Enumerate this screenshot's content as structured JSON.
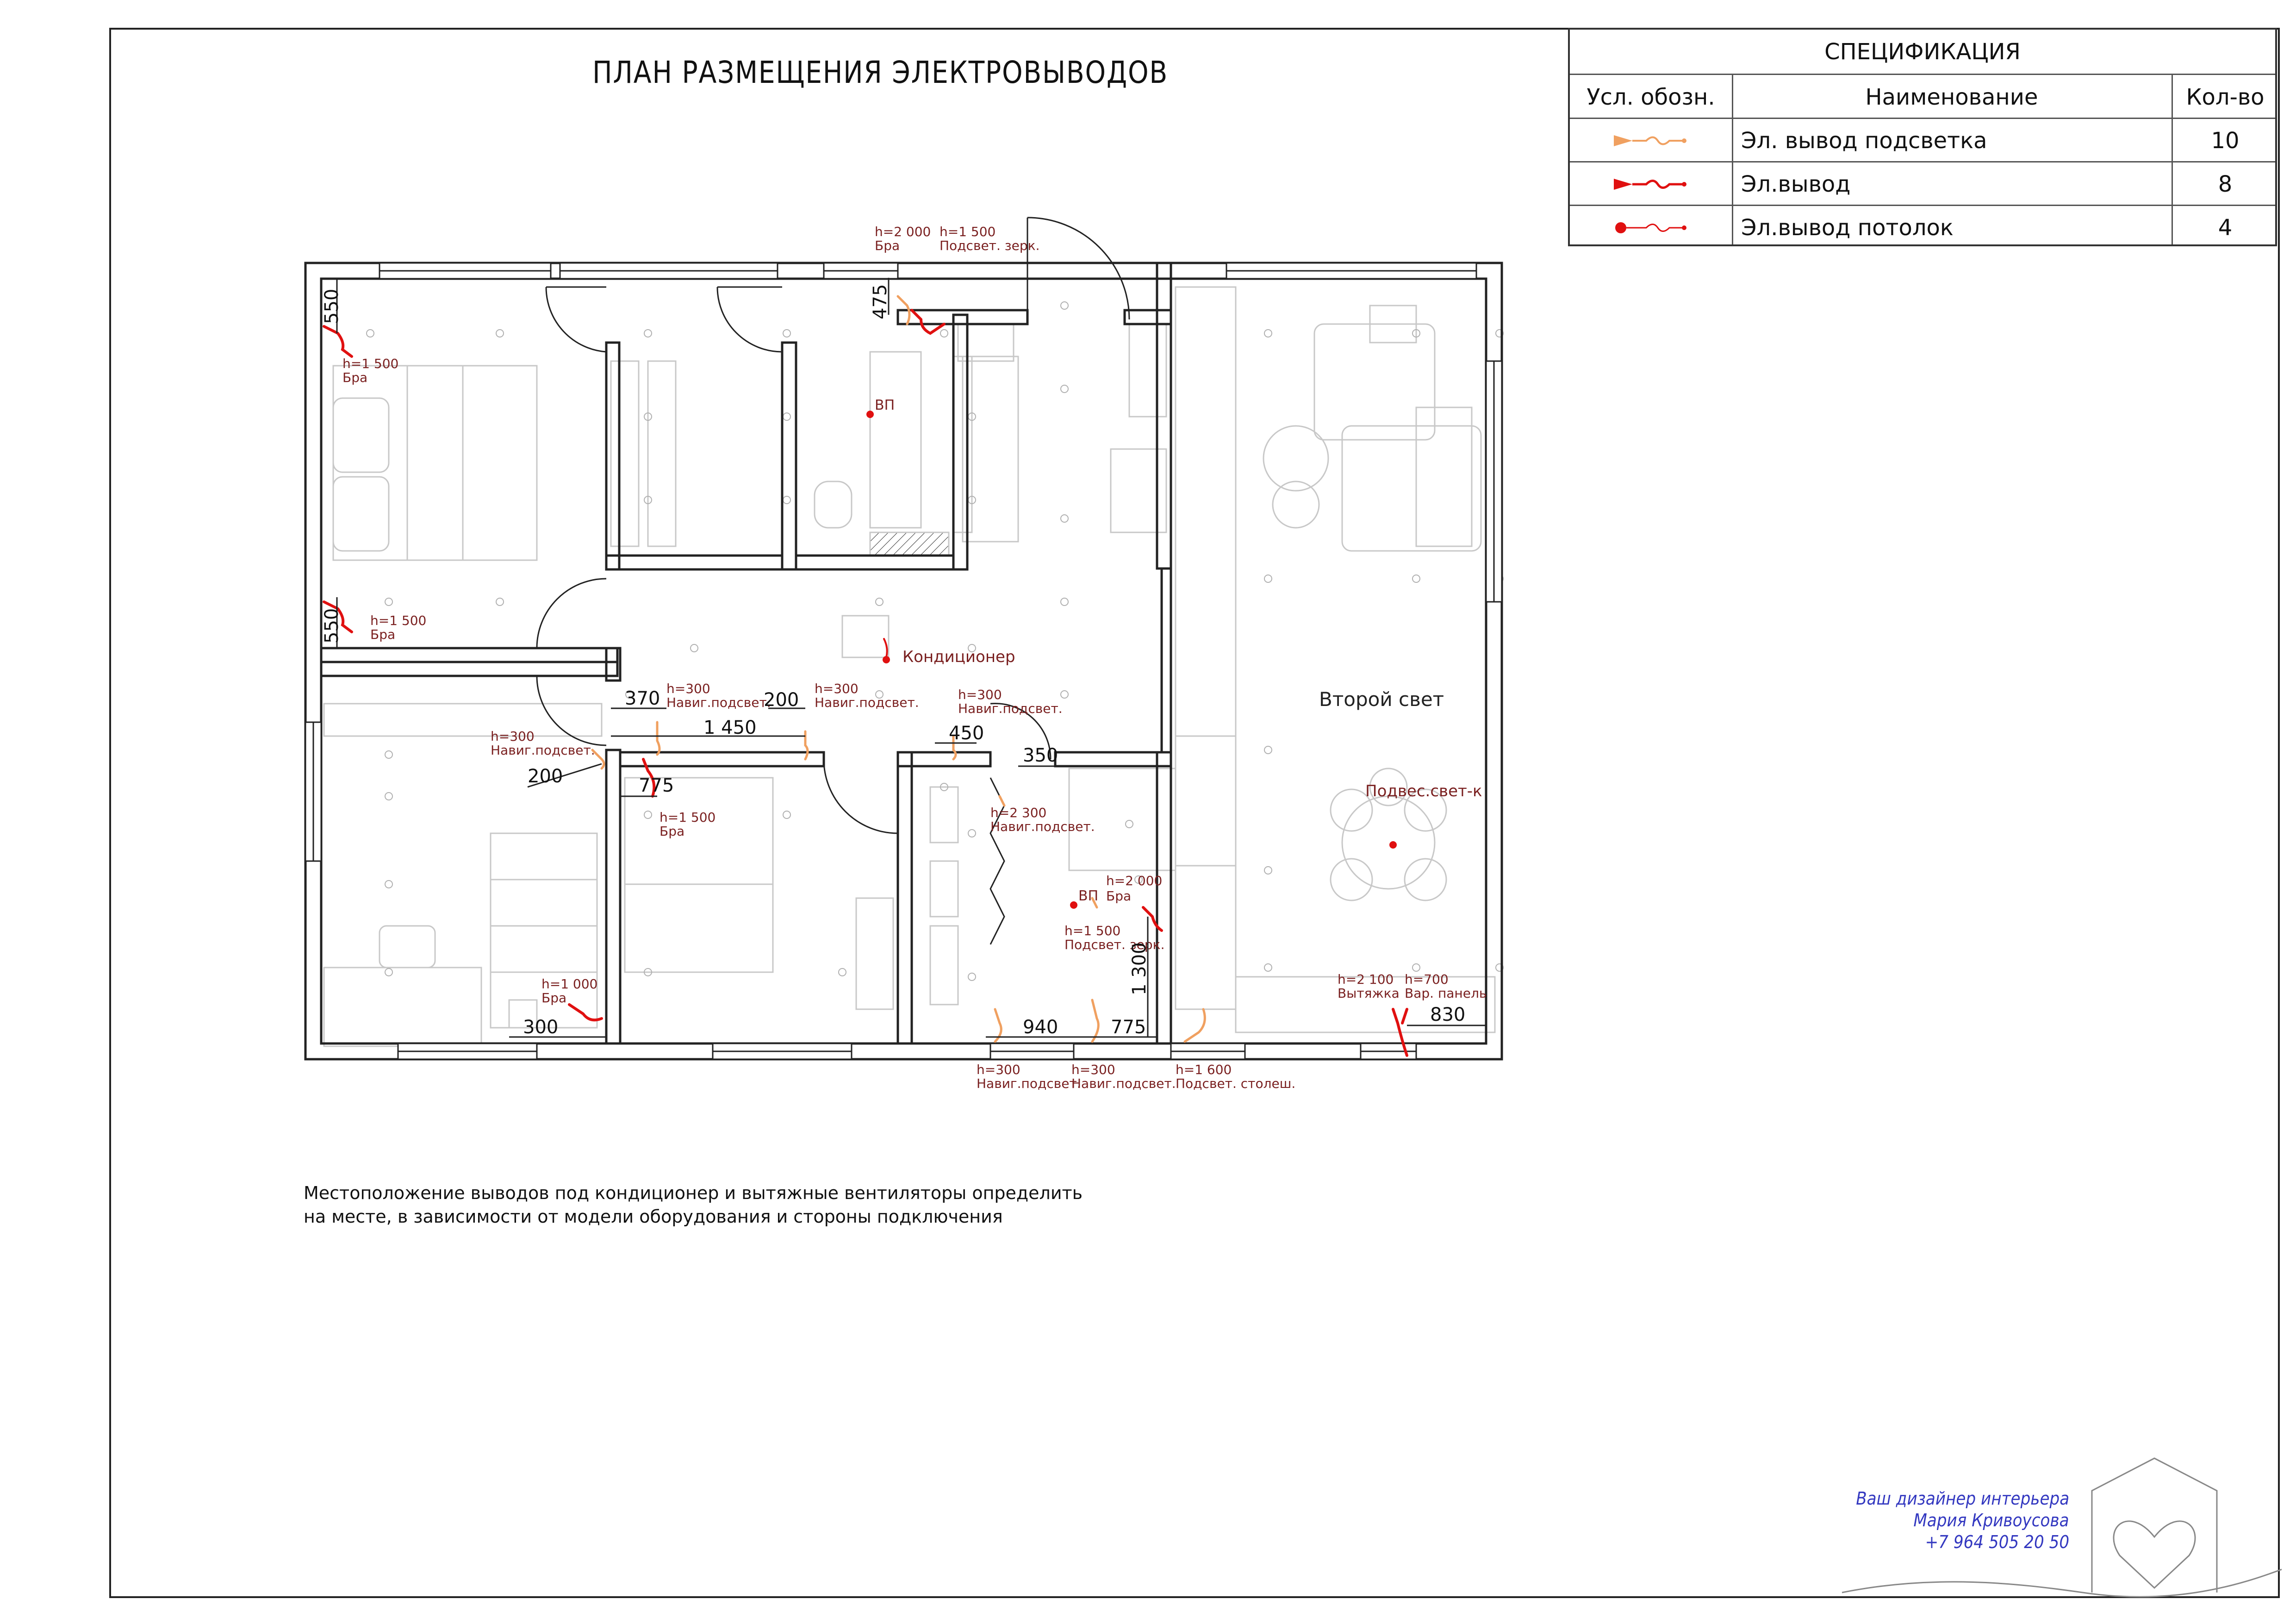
{
  "title": "ПЛАН РАЗМЕЩЕНИЯ ЭЛЕКТРОВЫВОДОВ",
  "spec": {
    "header": "СПЕЦИФИКАЦИЯ",
    "columns": [
      "Усл. обозн.",
      "Наименование",
      "Кол-во"
    ],
    "rows": [
      {
        "symbol": "backlight-outlet-icon",
        "name": "Эл. вывод подсветка",
        "qty": "10",
        "color": "#f0a060"
      },
      {
        "symbol": "outlet-icon",
        "name": "Эл.вывод",
        "qty": "8",
        "color": "#e01010"
      },
      {
        "symbol": "ceiling-outlet-icon",
        "name": "Эл.вывод потолок",
        "qty": "4",
        "color": "#e01010"
      }
    ]
  },
  "plan": {
    "labels": {
      "bra_2000": "h=2 000",
      "bra_2000_name": "Бра",
      "mirror_1500": "h=1 500",
      "mirror_1500_name": "Подсвет. зерк.",
      "d475": "475",
      "d550a": "550",
      "bed_bra_h": "h=1 500",
      "bed_bra_name": "Бра",
      "vp1": "ВП",
      "d550b": "550",
      "bed_bra2_h": "h=1 500",
      "bed_bra2_name": "Бра",
      "ac": "Кондиционер",
      "d370": "370",
      "nav1_h": "h=300",
      "nav1_name": "Навиг.подсвет.",
      "nav2_h": "h=300",
      "nav2_name": "Навиг.подсвет.",
      "d200a": "200",
      "d1450": "1 450",
      "nav3_h": "h=300",
      "nav3_name": "Навиг.подсвет.",
      "d450": "450",
      "nav4_h": "h=300",
      "nav4_name": "Навиг.подсвет.",
      "d200b": "200",
      "d350": "350",
      "d775a": "775",
      "kid_bra_h": "h=1 500",
      "kid_bra_name": "Бра",
      "nav5_h": "h=2 300",
      "nav5_name": "Навиг.подсвет.",
      "second_light": "Второй свет",
      "pendant": "Подвес.свет-к",
      "vp2": "ВП",
      "bath_bra_h": "h=2 000",
      "bath_bra_name": "Бра",
      "bath_mirror_h": "h=1 500",
      "bath_mirror_name": "Подсвет. зерк.",
      "d1300": "1 300",
      "desk_bra_h": "h=1 000",
      "desk_bra_name": "Бра",
      "d300": "300",
      "d940": "940",
      "d775b": "775",
      "hood_h": "h=2 100",
      "hood_name": "Вытяжка",
      "hob_h": "h=700",
      "hob_name": "Вар. панель",
      "d830": "830",
      "nav6_h": "h=300",
      "nav6_name": "Навиг.подсвет.",
      "nav7_h": "h=300",
      "nav7_name": "Навиг.подсвет.",
      "counter_h": "h=1 600",
      "counter_name": "Подсвет. столеш."
    }
  },
  "note": {
    "line1": "Местоположение выводов под кондиционер и вытяжные вентиляторы определить",
    "line2": "на месте, в зависимости от модели оборудования и стороны подключения"
  },
  "signature": {
    "line1": "Ваш дизайнер интерьера",
    "line2": "Мария Кривоусова",
    "line3": "+7 964 505 20 50"
  },
  "colors": {
    "outlet": "#e01010",
    "backlight": "#f0a060",
    "label": "#7a2020",
    "wall": "#222222",
    "furniture": "#c8c8c8"
  }
}
